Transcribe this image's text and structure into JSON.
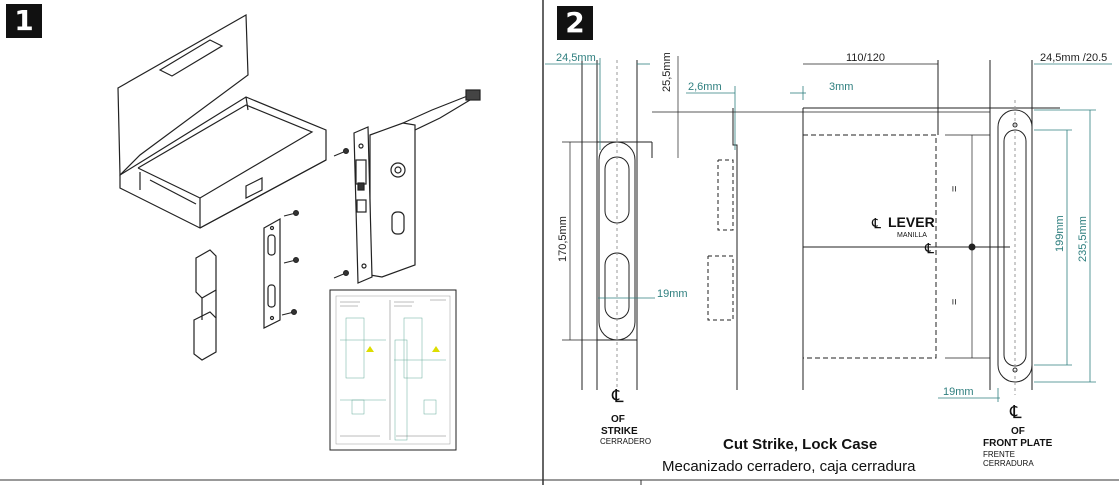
{
  "steps": {
    "step1": "1",
    "step2": "2"
  },
  "dimensions": {
    "strike_width": "24,5mm",
    "strike_offset": "25,5mm",
    "offset_26": "2,6mm",
    "offset_3": "3mm",
    "case_depth": "110/120",
    "plate_width": "24,5mm /20.5",
    "strike_height": "170,5mm",
    "strike_slot": "19mm",
    "plate_slot": "19mm",
    "plate_inner": "199mm",
    "plate_outer": "235,5mm",
    "equal_1": "=",
    "equal_2": "="
  },
  "labels": {
    "lever": "LEVER",
    "lever_es": "MANILLA",
    "cl_strike": "℄",
    "of_strike": "OF",
    "strike": "STRIKE",
    "strike_es": "CERRADERO",
    "cl_plate": "℄",
    "of_plate": "OF",
    "front_plate": "FRONT PLATE",
    "front_plate_es_1": "FRENTE",
    "front_plate_es_2": "CERRADURA",
    "caption_en": "Cut Strike, Lock Case",
    "caption_es": "Mecanizado cerradero, caja cerradura"
  },
  "colors": {
    "dimension": "#2f7f7f",
    "ink": "#111111",
    "green": "#3aa84a"
  }
}
